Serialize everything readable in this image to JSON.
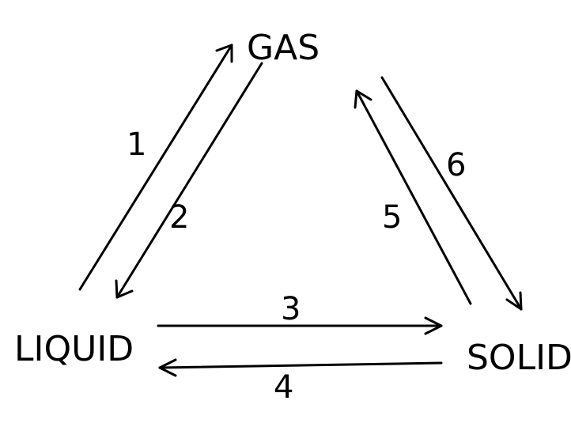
{
  "states": {
    "gas": "GAS",
    "liquid": "LIQUID",
    "solid": "SOLID"
  },
  "transitions": [
    {
      "number": "1",
      "from": "LIQUID",
      "to": "GAS"
    },
    {
      "number": "2",
      "from": "GAS",
      "to": "LIQUID"
    },
    {
      "number": "3",
      "from": "LIQUID",
      "to": "SOLID"
    },
    {
      "number": "4",
      "from": "SOLID",
      "to": "LIQUID"
    },
    {
      "number": "5",
      "from": "SOLID",
      "to": "GAS"
    },
    {
      "number": "6",
      "from": "GAS",
      "to": "SOLID"
    }
  ]
}
